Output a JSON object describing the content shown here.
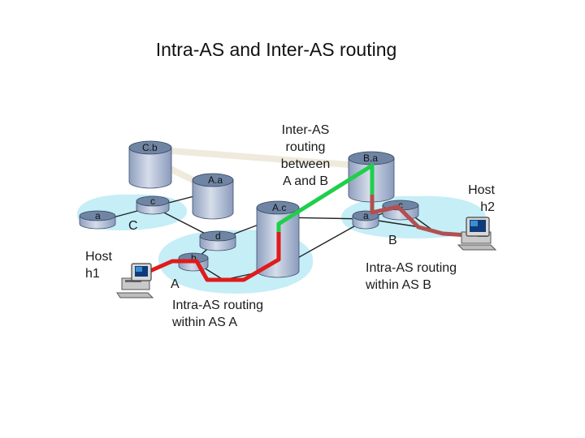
{
  "title": "Intra-AS and Inter-AS routing",
  "labels": {
    "inter_as": "Inter-AS\nrouting\nbetween\nA and B",
    "host_h1": "Host\nh1",
    "host_h2": "Host\nh2",
    "as_c": "C",
    "as_a": "A",
    "as_b": "B",
    "intra_a": "Intra-AS routing\nwithin AS A",
    "intra_b": "Intra-AS routing\nwithin AS B"
  },
  "routers": {
    "c_b": "C.b",
    "a_a": "A.a",
    "c": "c",
    "a": "a",
    "a_c": "A.c",
    "b_a": "B.a",
    "b_c": "c",
    "b_a2": "a",
    "a_d": "d",
    "a_b": "b"
  },
  "colors": {
    "as_region": "#c5eef7",
    "router_body": "#a9b6d1",
    "router_top": "#6f85a3",
    "intra_a_path": "#e01b1b",
    "inter_path": "#1fcf4a",
    "intra_b_path": "#b24f4f",
    "inter_link": "#efeadc"
  }
}
